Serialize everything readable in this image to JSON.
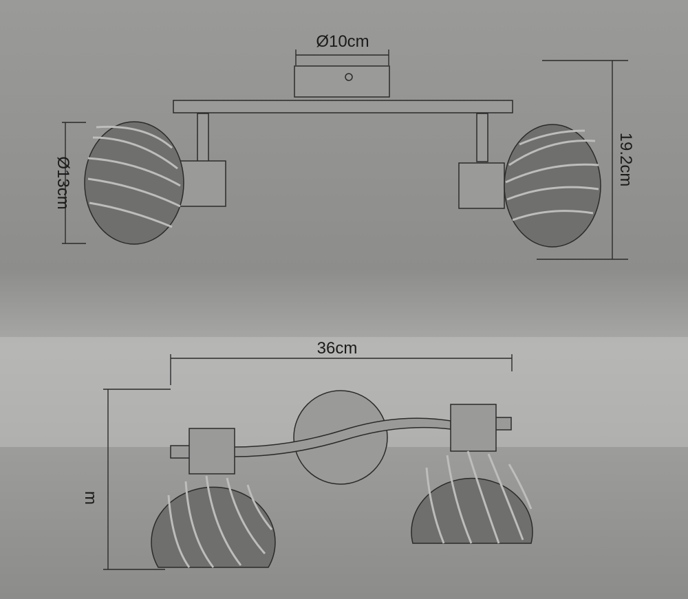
{
  "top_view": {
    "canopy_diameter": "Ø10cm",
    "height": "19.2cm",
    "shade_diameter": "Ø13cm"
  },
  "front_view": {
    "width": "36cm",
    "partial_label": "m"
  }
}
